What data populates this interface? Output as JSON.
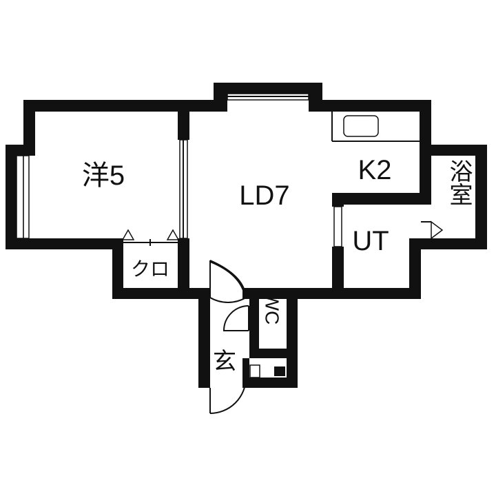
{
  "floor_plan": {
    "rooms": {
      "western": "洋5",
      "living_dining": "LD7",
      "kitchen": "K2",
      "bath": "浴室",
      "utility": "UT",
      "closet": "クロ",
      "toilet": "WC",
      "entrance": "玄"
    }
  }
}
